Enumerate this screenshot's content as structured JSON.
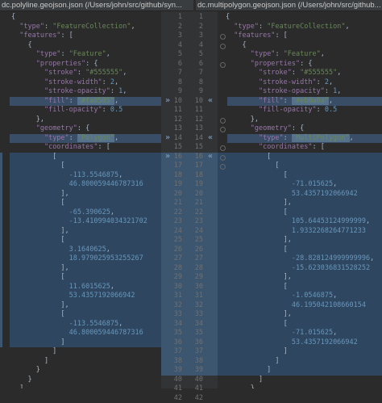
{
  "titles": {
    "left": "dc.polyline.geojson.json (/Users/john/src/github/syn...",
    "right": "dc.multipolygon.geojson.json (/Users/john/src/github..."
  },
  "gutter": {
    "left_numbers": [
      "1",
      "2",
      "3",
      "4",
      "5",
      "6",
      "7",
      "8",
      "9",
      "10",
      "11",
      "12",
      "13",
      "14",
      "15",
      "16",
      "17",
      "18",
      "19",
      "20",
      "21",
      "22",
      "23",
      "24",
      "25",
      "26",
      "27",
      "28",
      "29",
      "30",
      "31",
      "32",
      "33",
      "34",
      "35",
      "36",
      "37",
      "38",
      "39",
      "40",
      "41",
      "42"
    ],
    "right_numbers": [
      "1",
      "2",
      "3",
      "4",
      "5",
      "6",
      "7",
      "8",
      "9",
      "10",
      "11",
      "12",
      "13",
      "14",
      "15",
      "16",
      "17",
      "18",
      "19",
      "20",
      "21",
      "22",
      "23",
      "24",
      "25",
      "26",
      "27",
      "28",
      "29",
      "30",
      "31",
      "32",
      "33",
      "34",
      "35",
      "36",
      "37",
      "38",
      "39",
      "40",
      "41",
      "42"
    ],
    "apply_arrow": "»",
    "revert_arrow": "«"
  },
  "left_lines": [
    [
      [
        "pun",
        "{"
      ]
    ],
    [
      [
        "pun",
        "  "
      ],
      [
        "key",
        "\"type\""
      ],
      [
        "pun",
        ": "
      ],
      [
        "str",
        "\"FeatureCollection\""
      ],
      [
        "pun",
        ","
      ]
    ],
    [
      [
        "pun",
        "  "
      ],
      [
        "key",
        "\"features\""
      ],
      [
        "pun",
        ": ["
      ]
    ],
    [
      [
        "pun",
        "    {"
      ]
    ],
    [
      [
        "pun",
        "      "
      ],
      [
        "key",
        "\"type\""
      ],
      [
        "pun",
        ": "
      ],
      [
        "str",
        "\"Feature\""
      ],
      [
        "pun",
        ","
      ]
    ],
    [
      [
        "pun",
        "      "
      ],
      [
        "key",
        "\"properties\""
      ],
      [
        "pun",
        ": {"
      ]
    ],
    [
      [
        "pun",
        "        "
      ],
      [
        "key",
        "\"stroke\""
      ],
      [
        "pun",
        ": "
      ],
      [
        "str",
        "\"#555555\""
      ],
      [
        "pun",
        ","
      ]
    ],
    [
      [
        "pun",
        "        "
      ],
      [
        "key",
        "\"stroke-width\""
      ],
      [
        "pun",
        ": "
      ],
      [
        "num",
        "2"
      ],
      [
        "pun",
        ","
      ]
    ],
    [
      [
        "pun",
        "        "
      ],
      [
        "key",
        "\"stroke-opacity\""
      ],
      [
        "pun",
        ": "
      ],
      [
        "num",
        "1"
      ],
      [
        "pun",
        ","
      ]
    ],
    [
      [
        "pun",
        "        "
      ],
      [
        "key",
        "\"fill\""
      ],
      [
        "pun",
        ": "
      ],
      [
        "clr",
        "\"#fa0505\""
      ],
      [
        "pun",
        ","
      ]
    ],
    [
      [
        "pun",
        "        "
      ],
      [
        "key",
        "\"fill-opacity\""
      ],
      [
        "pun",
        ": "
      ],
      [
        "num",
        "0.5"
      ]
    ],
    [
      [
        "pun",
        "      },"
      ]
    ],
    [
      [
        "pun",
        "      "
      ],
      [
        "key",
        "\"geometry\""
      ],
      [
        "pun",
        ": {"
      ]
    ],
    [
      [
        "pun",
        "        "
      ],
      [
        "key",
        "\"type\""
      ],
      [
        "pun",
        ": "
      ],
      [
        "clr",
        "\"Polygon\""
      ],
      [
        "pun",
        ","
      ]
    ],
    [
      [
        "pun",
        "        "
      ],
      [
        "key",
        "\"coordinates\""
      ],
      [
        "pun",
        ": ["
      ]
    ],
    [
      [
        "pun",
        "          ["
      ]
    ],
    [
      [
        "pun",
        "            ["
      ]
    ],
    [
      [
        "pun",
        "              "
      ],
      [
        "num",
        "-113.5546875"
      ],
      [
        "pun",
        ","
      ]
    ],
    [
      [
        "pun",
        "              "
      ],
      [
        "num",
        "46.800059446787316"
      ]
    ],
    [
      [
        "pun",
        "            ],"
      ]
    ],
    [
      [
        "pun",
        "            ["
      ]
    ],
    [
      [
        "pun",
        "              "
      ],
      [
        "num",
        "-65.390625"
      ],
      [
        "pun",
        ","
      ]
    ],
    [
      [
        "pun",
        "              "
      ],
      [
        "num",
        "-13.410994034321702"
      ]
    ],
    [
      [
        "pun",
        "            ],"
      ]
    ],
    [
      [
        "pun",
        "            ["
      ]
    ],
    [
      [
        "pun",
        "              "
      ],
      [
        "num",
        "3.1640625"
      ],
      [
        "pun",
        ","
      ]
    ],
    [
      [
        "pun",
        "              "
      ],
      [
        "num",
        "18.979025953255267"
      ]
    ],
    [
      [
        "pun",
        "            ],"
      ]
    ],
    [
      [
        "pun",
        "            ["
      ]
    ],
    [
      [
        "pun",
        "              "
      ],
      [
        "num",
        "11.6015625"
      ],
      [
        "pun",
        ","
      ]
    ],
    [
      [
        "pun",
        "              "
      ],
      [
        "num",
        "53.4357192066942"
      ]
    ],
    [
      [
        "pun",
        "            ],"
      ]
    ],
    [
      [
        "pun",
        "            ["
      ]
    ],
    [
      [
        "pun",
        "              "
      ],
      [
        "num",
        "-113.5546875"
      ],
      [
        "pun",
        ","
      ]
    ],
    [
      [
        "pun",
        "              "
      ],
      [
        "num",
        "46.800059446787316"
      ]
    ],
    [
      [
        "pun",
        "            ]"
      ]
    ],
    [
      [
        "pun",
        "          ]"
      ]
    ],
    [
      [
        "pun",
        "        ]"
      ]
    ],
    [
      [
        "pun",
        "      }"
      ]
    ],
    [
      [
        "pun",
        "    }"
      ]
    ],
    [
      [
        "pun",
        "  ]"
      ]
    ],
    [
      [
        "pun",
        "}"
      ]
    ]
  ],
  "right_lines": [
    [
      [
        "pun",
        "{"
      ]
    ],
    [
      [
        "pun",
        "  "
      ],
      [
        "key",
        "\"type\""
      ],
      [
        "pun",
        ": "
      ],
      [
        "str",
        "\"FeatureCollection\""
      ],
      [
        "pun",
        ","
      ]
    ],
    [
      [
        "pun",
        "  "
      ],
      [
        "key",
        "\"features\""
      ],
      [
        "pun",
        ": ["
      ]
    ],
    [
      [
        "pun",
        "    {"
      ]
    ],
    [
      [
        "pun",
        "      "
      ],
      [
        "key",
        "\"type\""
      ],
      [
        "pun",
        ": "
      ],
      [
        "str",
        "\"Feature\""
      ],
      [
        "pun",
        ","
      ]
    ],
    [
      [
        "pun",
        "      "
      ],
      [
        "key",
        "\"properties\""
      ],
      [
        "pun",
        ": {"
      ]
    ],
    [
      [
        "pun",
        "        "
      ],
      [
        "key",
        "\"stroke\""
      ],
      [
        "pun",
        ": "
      ],
      [
        "str",
        "\"#555555\""
      ],
      [
        "pun",
        ","
      ]
    ],
    [
      [
        "pun",
        "        "
      ],
      [
        "key",
        "\"stroke-width\""
      ],
      [
        "pun",
        ": "
      ],
      [
        "num",
        "2"
      ],
      [
        "pun",
        ","
      ]
    ],
    [
      [
        "pun",
        "        "
      ],
      [
        "key",
        "\"stroke-opacity\""
      ],
      [
        "pun",
        ": "
      ],
      [
        "num",
        "1"
      ],
      [
        "pun",
        ","
      ]
    ],
    [
      [
        "pun",
        "        "
      ],
      [
        "key",
        "\"fill\""
      ],
      [
        "pun",
        ": "
      ],
      [
        "clr",
        "\"#eb0a0a\""
      ],
      [
        "pun",
        ","
      ]
    ],
    [
      [
        "pun",
        "        "
      ],
      [
        "key",
        "\"fill-opacity\""
      ],
      [
        "pun",
        ": "
      ],
      [
        "num",
        "0.5"
      ]
    ],
    [
      [
        "pun",
        "      },"
      ]
    ],
    [
      [
        "pun",
        "      "
      ],
      [
        "key",
        "\"geometry\""
      ],
      [
        "pun",
        ": {"
      ]
    ],
    [
      [
        "pun",
        "        "
      ],
      [
        "key",
        "\"type\""
      ],
      [
        "pun",
        ": "
      ],
      [
        "clr",
        "\"MultiPolygon\""
      ],
      [
        "pun",
        ","
      ]
    ],
    [
      [
        "pun",
        "        "
      ],
      [
        "key",
        "\"coordinates\""
      ],
      [
        "pun",
        ": ["
      ]
    ],
    [
      [
        "pun",
        "          ["
      ]
    ],
    [
      [
        "pun",
        "            ["
      ]
    ],
    [
      [
        "pun",
        "              ["
      ]
    ],
    [
      [
        "pun",
        "                "
      ],
      [
        "num",
        "-71.015625"
      ],
      [
        "pun",
        ","
      ]
    ],
    [
      [
        "pun",
        "                "
      ],
      [
        "num",
        "53.4357192066942"
      ]
    ],
    [
      [
        "pun",
        "              ],"
      ]
    ],
    [
      [
        "pun",
        "              ["
      ]
    ],
    [
      [
        "pun",
        "                "
      ],
      [
        "num",
        "105.64453124999999"
      ],
      [
        "pun",
        ","
      ]
    ],
    [
      [
        "pun",
        "                "
      ],
      [
        "num",
        "1.9332268264771233"
      ]
    ],
    [
      [
        "pun",
        "              ],"
      ]
    ],
    [
      [
        "pun",
        "              ["
      ]
    ],
    [
      [
        "pun",
        "                "
      ],
      [
        "num",
        "-28.828124999999996"
      ],
      [
        "pun",
        ","
      ]
    ],
    [
      [
        "pun",
        "                "
      ],
      [
        "num",
        "-15.623036831528252"
      ]
    ],
    [
      [
        "pun",
        "              ],"
      ]
    ],
    [
      [
        "pun",
        "              ["
      ]
    ],
    [
      [
        "pun",
        "                "
      ],
      [
        "num",
        "-1.0546875"
      ],
      [
        "pun",
        ","
      ]
    ],
    [
      [
        "pun",
        "                "
      ],
      [
        "num",
        "46.195042108660154"
      ]
    ],
    [
      [
        "pun",
        "              ],"
      ]
    ],
    [
      [
        "pun",
        "              ["
      ]
    ],
    [
      [
        "pun",
        "                "
      ],
      [
        "num",
        "-71.015625"
      ],
      [
        "pun",
        ","
      ]
    ],
    [
      [
        "pun",
        "                "
      ],
      [
        "num",
        "53.4357192066942"
      ]
    ],
    [
      [
        "pun",
        "              ]"
      ]
    ],
    [
      [
        "pun",
        "            ]"
      ]
    ],
    [
      [
        "pun",
        "          ]"
      ]
    ],
    [
      [
        "pun",
        "        ]"
      ]
    ],
    [
      [
        "pun",
        "      }"
      ]
    ],
    [
      [
        "pun",
        "    }"
      ]
    ],
    [
      [
        "pun",
        "  ]"
      ]
    ],
    [
      [
        "pun",
        "}"
      ]
    ]
  ]
}
